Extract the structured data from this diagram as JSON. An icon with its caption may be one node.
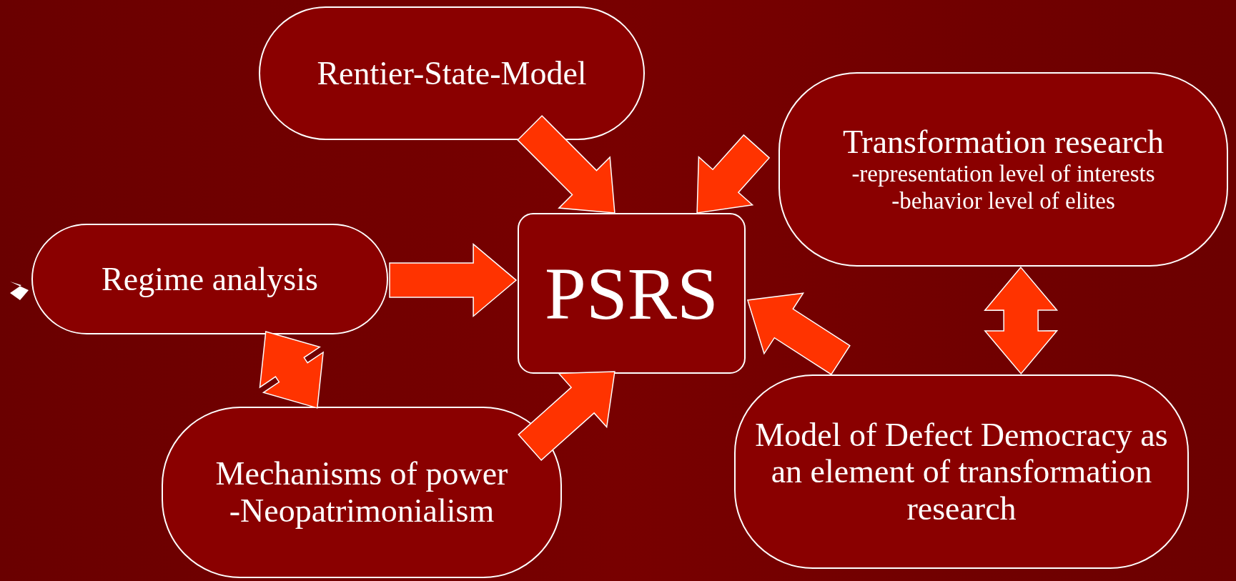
{
  "diagram": {
    "nodes": [
      {
        "text": [
          "Rentier-State-Model"
        ]
      },
      {
        "text": [
          "Transformation research",
          "-representation level of interests",
          "-behavior level of elites"
        ]
      },
      {
        "text": [
          "Regime analysis"
        ]
      },
      {
        "text": [
          "PSRS"
        ]
      },
      {
        "text": [
          "Mechanisms of power",
          "-Neopatrimonialism"
        ]
      },
      {
        "text": [
          "Model of Defect Democracy as an element of transformation research"
        ]
      }
    ],
    "edges": [
      {
        "from": 0,
        "to": 3,
        "arrow": "to",
        "style": "thick"
      },
      {
        "from": 1,
        "to": 3,
        "arrow": "to",
        "style": "thick"
      },
      {
        "from": 2,
        "to": 3,
        "arrow": "to",
        "style": "thick"
      },
      {
        "from": 4,
        "to": 3,
        "arrow": "to",
        "style": "thick"
      },
      {
        "from": 5,
        "to": 3,
        "arrow": "to",
        "style": "thick"
      },
      {
        "from": 2,
        "to": 4,
        "arrow": "both",
        "style": "thick"
      },
      {
        "from": 1,
        "to": 5,
        "arrow": "both",
        "style": "thick"
      }
    ]
  }
}
